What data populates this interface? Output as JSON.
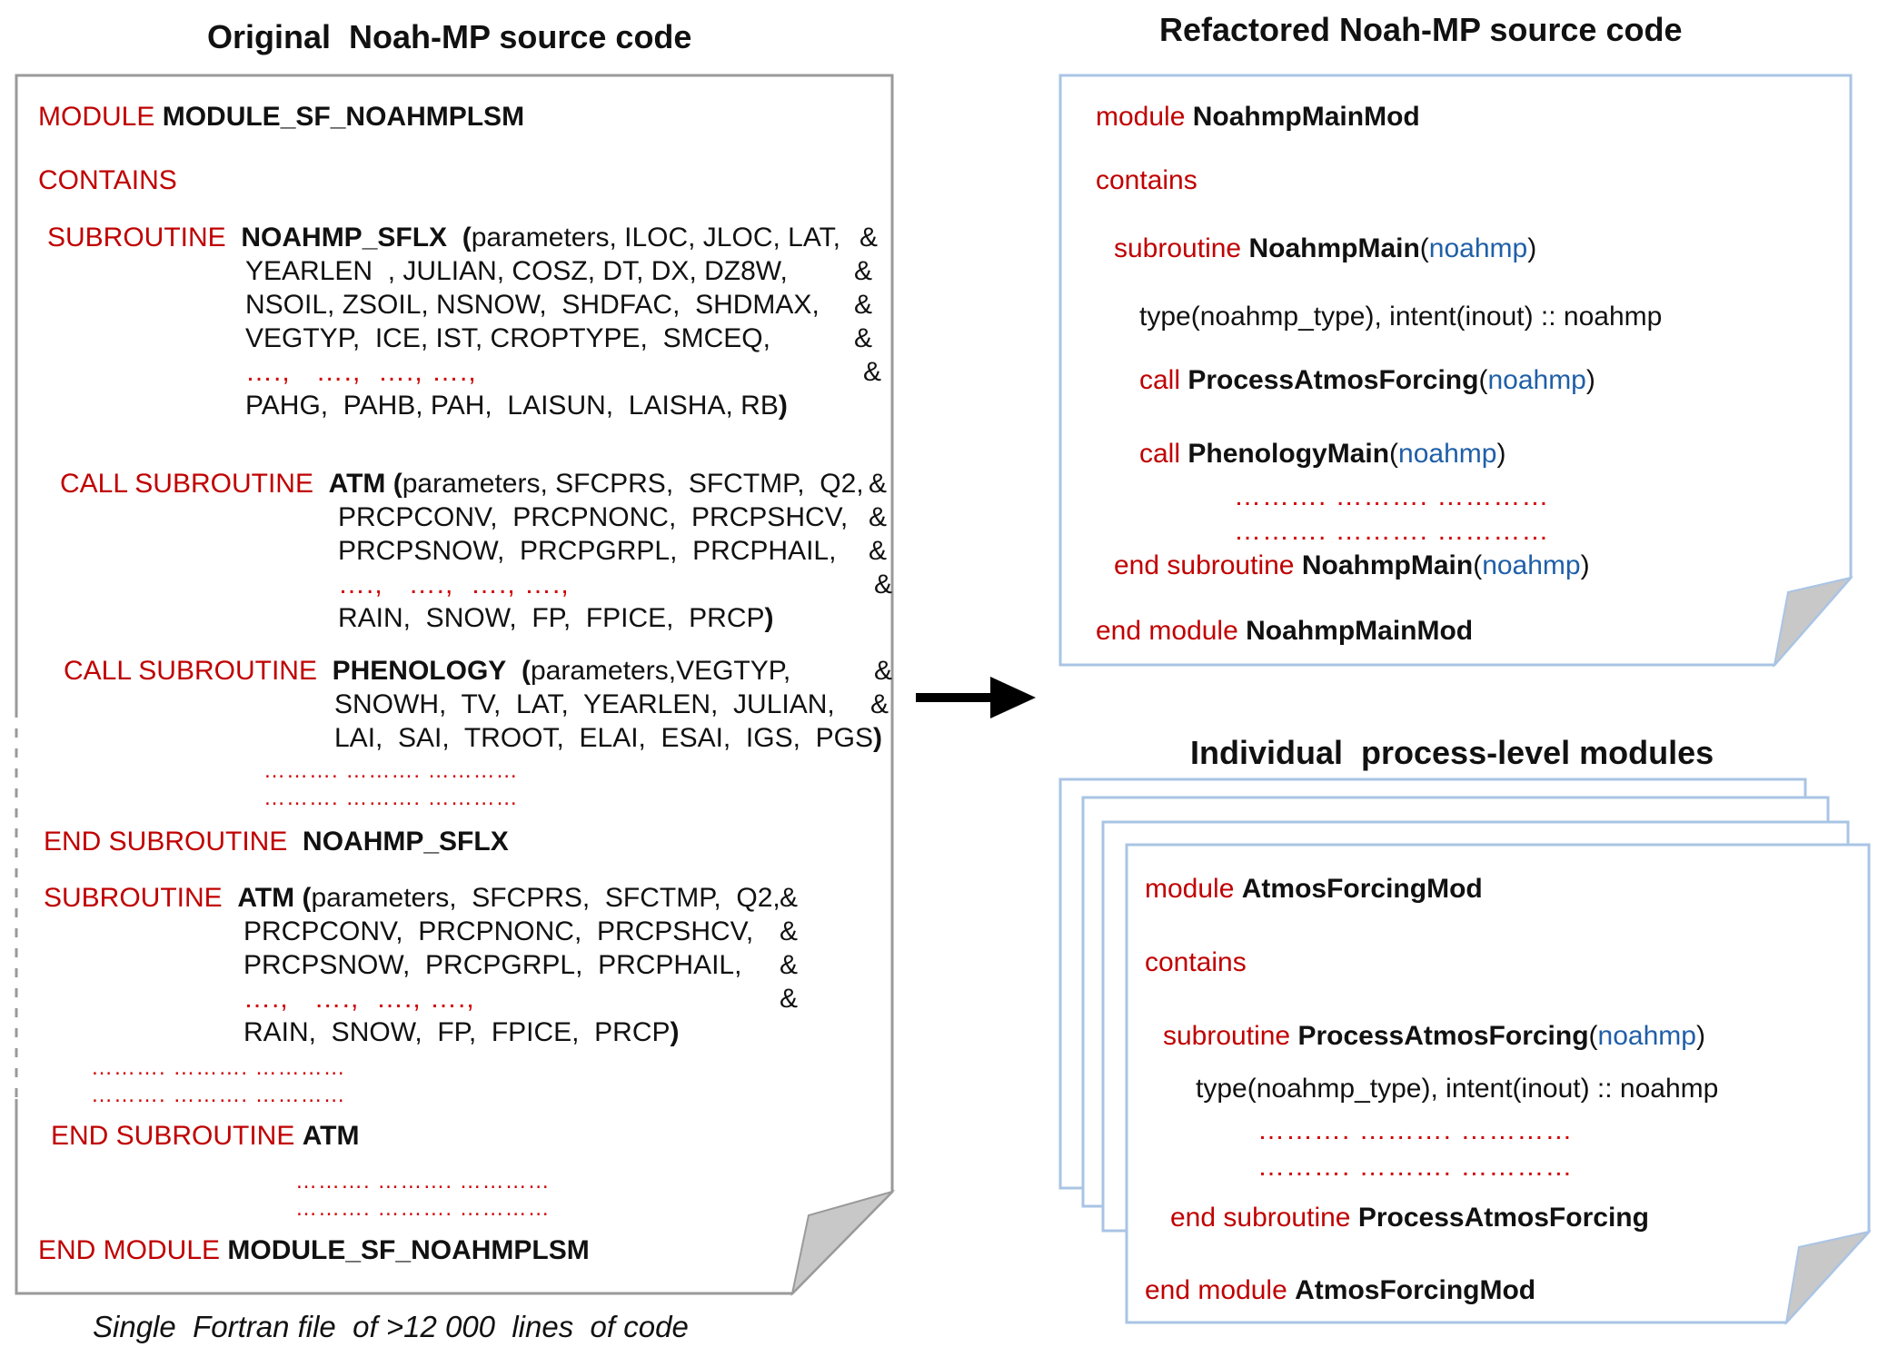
{
  "left": {
    "title": "Original  Noah-MP source code",
    "caption": "Single  Fortran file  of >12 000  lines  of code",
    "module_kw": "MODULE",
    "module_name": "MODULE_SF_NOAHMPLSM",
    "contains_kw": "CONTAINS",
    "sflx_kw": "SUBROUTINE",
    "sflx_name": "NOAHMP_SFLX",
    "sflx_open": "(",
    "sflx_lines": [
      "parameters, ILOC, JLOC, LAT,",
      "YEARLEN  , JULIAN, COSZ, DT, DX, DZ8W,",
      "NSOIL, ZSOIL, NSNOW,  SHDFAC,  SHDMAX,",
      "VEGTYP,  ICE, IST, CROPTYPE,  SMCEQ,",
      "PAHG,  PAHB, PAH,  LAISUN,  LAISHA, RB"
    ],
    "sflx_dots": "….,   ….,  …., ….,",
    "sflx_close": ")",
    "call_atm_kw": "CALL SUBROUTINE",
    "call_atm_name": "ATM",
    "call_atm_open": "(",
    "call_atm_lines": [
      "parameters, SFCPRS,  SFCTMP,  Q2,",
      "PRCPCONV,  PRCPNONC,  PRCPSHCV,",
      "PRCPSNOW,  PRCPGRPL,  PRCPHAIL,",
      "RAIN,  SNOW,  FP,  FPICE,  PRCP"
    ],
    "call_atm_dots": "….,   ….,  …., ….,",
    "call_atm_close": ")",
    "call_phen_kw": "CALL SUBROUTINE",
    "call_phen_name": "PHENOLOGY",
    "call_phen_open": "(",
    "call_phen_lines": [
      "parameters,VEGTYP,",
      "SNOWH,  TV,  LAT,  YEARLEN,  JULIAN,",
      "LAI,  SAI,  TROOT,  ELAI,  ESAI,  IGS,  PGS"
    ],
    "call_phen_close": ")",
    "end_sflx_kw": "END SUBROUTINE",
    "end_sflx_name": "NOAHMP_SFLX",
    "atm_kw": "SUBROUTINE",
    "atm_name": "ATM",
    "atm_open": "(",
    "atm_lines": [
      "parameters,  SFCPRS,  SFCTMP,  Q2,",
      "PRCPCONV,  PRCPNONC,  PRCPSHCV,",
      "PRCPSNOW,  PRCPGRPL,  PRCPHAIL,",
      "RAIN,  SNOW,  FP,  FPICE,  PRCP"
    ],
    "atm_dots": "….,   ….,  …., ….,",
    "atm_close": ")",
    "end_atm_kw": "END SUBROUTINE",
    "end_atm_name": "ATM",
    "end_module_kw": "END MODULE",
    "end_module_name": "MODULE_SF_NOAHMPLSM",
    "amp": "&",
    "dotline": "………. ………. …………"
  },
  "right_top": {
    "title": "Refactored Noah-MP source code",
    "module_kw": "module",
    "module_name": "NoahmpMainMod",
    "contains_kw": "contains",
    "sub_kw": "subroutine",
    "sub_name": "NoahmpMain",
    "sub_arg": "noahmp",
    "type_line": "type(noahmp_type), intent(inout) :: noahmp",
    "call_kw": "call",
    "call1_name": "ProcessAtmosForcing",
    "call2_name": "PhenologyMain",
    "call_arg": "noahmp",
    "dotline": "………. ………. …………",
    "end_sub_kw": "end subroutine",
    "end_sub_name": "NoahmpMain",
    "end_sub_arg": "noahmp",
    "end_module_kw": "end module",
    "end_module_name": "NoahmpMainMod",
    "open_paren": "(",
    "close_paren": ")"
  },
  "right_bottom": {
    "title": "Individual  process-level modules",
    "module_kw": "module",
    "module_name": "AtmosForcingMod",
    "contains_kw": "contains",
    "sub_kw": "subroutine",
    "sub_name": "ProcessAtmosForcing",
    "sub_arg": "noahmp",
    "type_line": "type(noahmp_type), intent(inout) :: noahmp",
    "dotline": "………. ………. …………",
    "end_sub_kw": "end subroutine",
    "end_sub_name": "ProcessAtmosForcing",
    "end_module_kw": "end module",
    "end_module_name": "AtmosForcingMod",
    "open_paren": "(",
    "close_paren": ")"
  },
  "colors": {
    "keyword": "#c00000",
    "argument": "#1f5fa8",
    "page_border_left": "#9a9a9a",
    "page_border_right": "#a9c4e4",
    "fold": "#c8c8c8"
  }
}
